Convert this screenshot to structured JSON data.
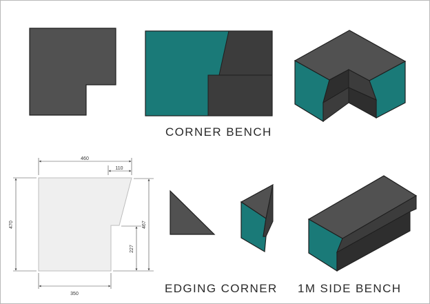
{
  "colors": {
    "stone": "#515151",
    "stone_dark": "#3c3c3c",
    "stone_darker": "#2e2e2e",
    "teal": "#1a7a78",
    "teal_dark": "#0f5f5d",
    "template_fill": "#efefef",
    "outline": "#1e1e1e",
    "dimension": "#444444"
  },
  "labels": {
    "corner_bench": "CORNER BENCH",
    "edging_corner": "EDGING CORNER",
    "side_bench": "1M SIDE BENCH"
  },
  "dimensions": {
    "top_width": "460",
    "top_offset": "110",
    "left_height": "470",
    "right_height": "467",
    "notch_height": "227",
    "bottom_width": "350"
  }
}
